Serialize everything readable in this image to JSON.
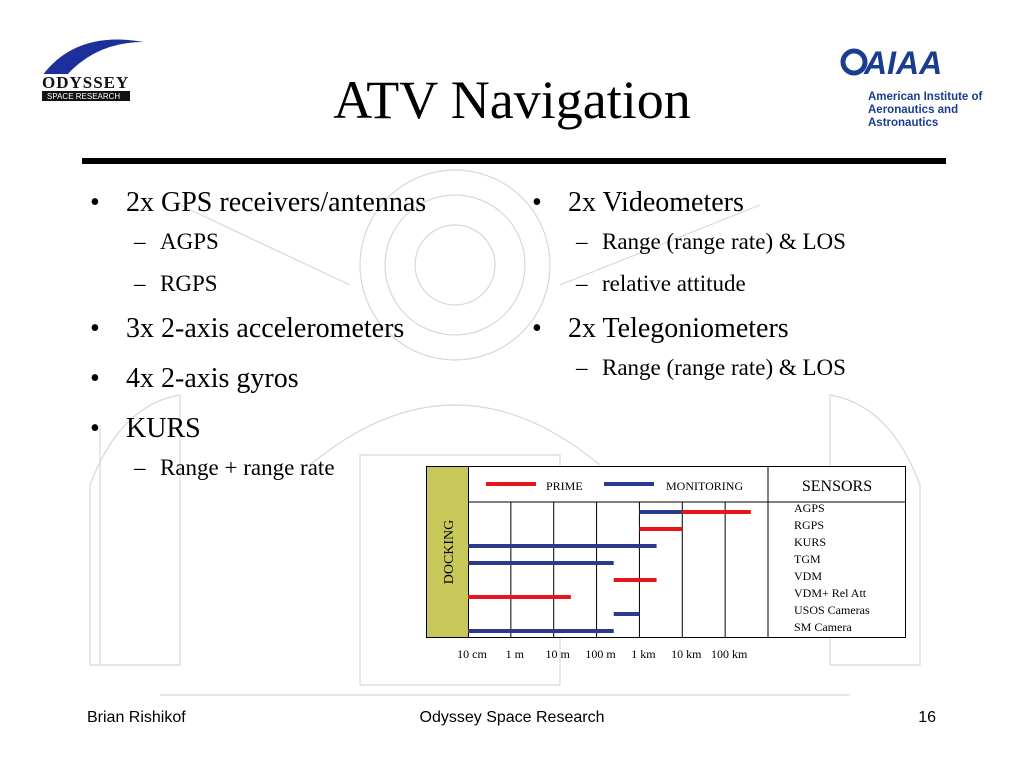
{
  "slide": {
    "title": "ATV Navigation",
    "footer": {
      "left": "Brian Rishikof",
      "center": "Odyssey Space Research",
      "page": "16"
    }
  },
  "logos": {
    "odyssey": {
      "name": "ODYSSEY",
      "sub": "SPACE RESEARCH"
    },
    "aiaa": {
      "name": "AIAA",
      "line1": "American Institute of",
      "line2": "Aeronautics and Astronautics"
    }
  },
  "left_column": [
    {
      "text": "2x GPS receivers/antennas",
      "sub": [
        "AGPS",
        "RGPS"
      ]
    },
    {
      "text": "3x 2-axis accelerometers",
      "sub": []
    },
    {
      "text": "4x 2-axis gyros",
      "sub": []
    },
    {
      "text": "KURS",
      "sub": [
        "Range + range rate"
      ]
    }
  ],
  "right_column": [
    {
      "text": "2x Videometers",
      "sub": [
        "Range (range rate) & LOS",
        "relative attitude"
      ]
    },
    {
      "text": "2x Telegoniometers",
      "sub": [
        "Range (range rate) & LOS"
      ]
    }
  ],
  "colors": {
    "prime": "#e8141c",
    "monitoring": "#2b3a8f",
    "docking": "#c8c85a"
  },
  "chart_data": {
    "type": "range-chart",
    "phase_label": "DOCKING",
    "legend": [
      {
        "name": "PRIME",
        "color": "#e8141c"
      },
      {
        "name": "MONITORING",
        "color": "#2b3a8f"
      }
    ],
    "sensors_header": "SENSORS",
    "x_tick_labels": [
      "10 cm",
      "1 m",
      "10 m",
      "100 m",
      "1 km",
      "10 km",
      "100 km"
    ],
    "x_log10_m": [
      -1,
      0,
      1,
      2,
      3,
      4,
      5
    ],
    "sensors": [
      {
        "name": "AGPS",
        "segments": [
          {
            "role": "MONITORING",
            "from_log10_m": 3.0,
            "to_log10_m": 4.0
          },
          {
            "role": "PRIME",
            "from_log10_m": 4.0,
            "to_log10_m": 5.6
          }
        ]
      },
      {
        "name": "RGPS",
        "segments": [
          {
            "role": "PRIME",
            "from_log10_m": 3.0,
            "to_log10_m": 4.0
          }
        ]
      },
      {
        "name": "KURS",
        "segments": [
          {
            "role": "MONITORING",
            "from_log10_m": -1.0,
            "to_log10_m": 3.4
          }
        ]
      },
      {
        "name": "TGM",
        "segments": [
          {
            "role": "MONITORING",
            "from_log10_m": -1.0,
            "to_log10_m": 2.4
          }
        ]
      },
      {
        "name": "VDM",
        "segments": [
          {
            "role": "PRIME",
            "from_log10_m": 2.4,
            "to_log10_m": 3.4
          }
        ]
      },
      {
        "name": "VDM+ Rel Att",
        "segments": [
          {
            "role": "PRIME",
            "from_log10_m": -1.0,
            "to_log10_m": 1.4
          }
        ]
      },
      {
        "name": "USOS Cameras",
        "segments": [
          {
            "role": "MONITORING",
            "from_log10_m": 2.4,
            "to_log10_m": 3.0
          }
        ]
      },
      {
        "name": "SM Camera",
        "segments": [
          {
            "role": "MONITORING",
            "from_log10_m": -1.0,
            "to_log10_m": 2.4
          }
        ]
      }
    ]
  }
}
